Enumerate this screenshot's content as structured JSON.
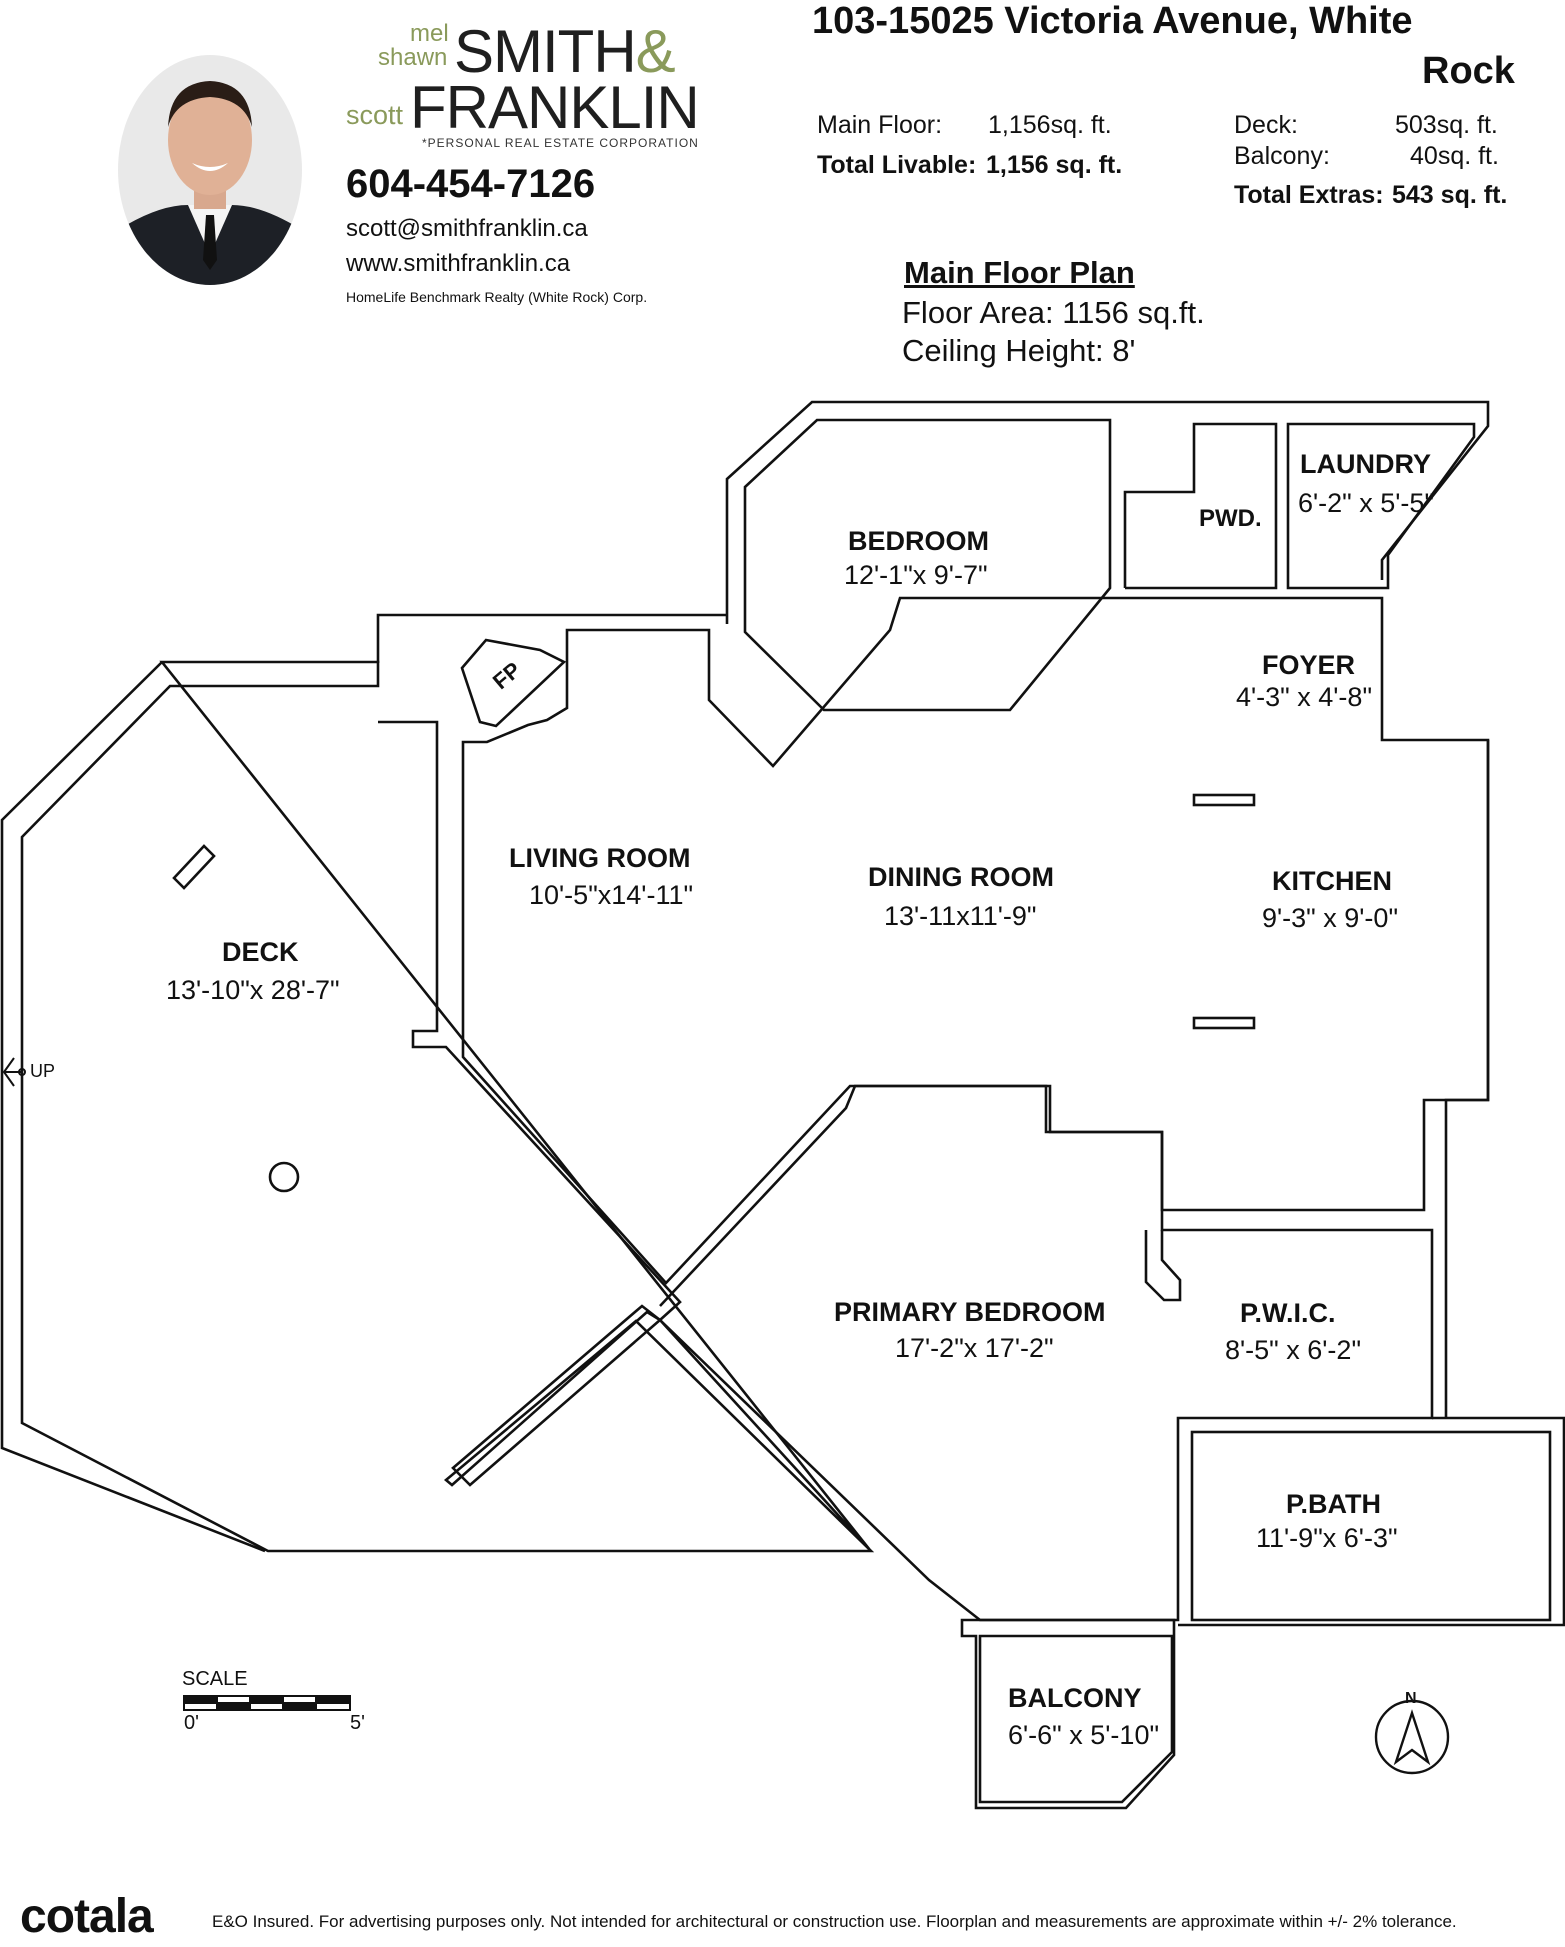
{
  "agent": {
    "name_line1_small": "mel",
    "name_line2_small": "shawn",
    "brand_word1": "SMITH",
    "brand_amp": "&",
    "name_line3_small": "scott",
    "brand_word2": "FRANKLIN",
    "tagline": "*PERSONAL REAL ESTATE CORPORATION",
    "phone": "604-454-7126",
    "email": "scott@smithfranklin.ca",
    "website": "www.smithfranklin.ca",
    "brokerage": "HomeLife Benchmark Realty (White Rock) Corp."
  },
  "listing": {
    "address_line1": "103-15025 Victoria Avenue, White",
    "address_line2": "Rock",
    "main_floor_label": "Main Floor:",
    "main_floor_value": "1,156",
    "total_livable_label": "Total Livable:",
    "total_livable_value": "1,156",
    "unit": "sq. ft.",
    "deck_label": "Deck:",
    "deck_value": "503",
    "balcony_label": "Balcony:",
    "balcony_value": "40",
    "total_extras_label": "Total Extras:",
    "total_extras_value": "543"
  },
  "plan": {
    "heading": "Main Floor Plan",
    "floor_area": "Floor Area: 1156 sq.ft.",
    "ceiling_height": "Ceiling Height: 8'"
  },
  "rooms": {
    "bedroom": {
      "name": "BEDROOM",
      "dims": "12'-1\"x 9'-7\""
    },
    "pwd": {
      "name": "PWD."
    },
    "laundry": {
      "name": "LAUNDRY",
      "dims": "6'-2\" x 5'-5\""
    },
    "foyer": {
      "name": "FOYER",
      "dims": "4'-3\" x 4'-8\""
    },
    "fp": {
      "name": "FP"
    },
    "living": {
      "name": "LIVING ROOM",
      "dims": "10'-5\"x14'-11\""
    },
    "dining": {
      "name": "DINING ROOM",
      "dims": "13'-11x11'-9\""
    },
    "kitchen": {
      "name": "KITCHEN",
      "dims": "9'-3\" x 9'-0\""
    },
    "deck": {
      "name": "DECK",
      "dims": "13'-10\"x 28'-7\""
    },
    "primary": {
      "name": "PRIMARY BEDROOM",
      "dims": "17'-2\"x 17'-2\""
    },
    "pwic": {
      "name": "P.W.I.C.",
      "dims": "8'-5\" x 6'-2\""
    },
    "pbath": {
      "name": "P.BATH",
      "dims": "11'-9\"x 6'-3\""
    },
    "balcony": {
      "name": "BALCONY",
      "dims": "6'-6\" x 5'-10\""
    }
  },
  "annotations": {
    "up": "UP",
    "scale_label": "SCALE",
    "scale_start": "0'",
    "scale_end": "5'",
    "north": "N"
  },
  "footer": {
    "logo": "cotala",
    "disclaimer": "E&O Insured. For advertising purposes only. Not intended for architectural or construction use. Floorplan and measurements are approximate within +/- 2% tolerance."
  }
}
